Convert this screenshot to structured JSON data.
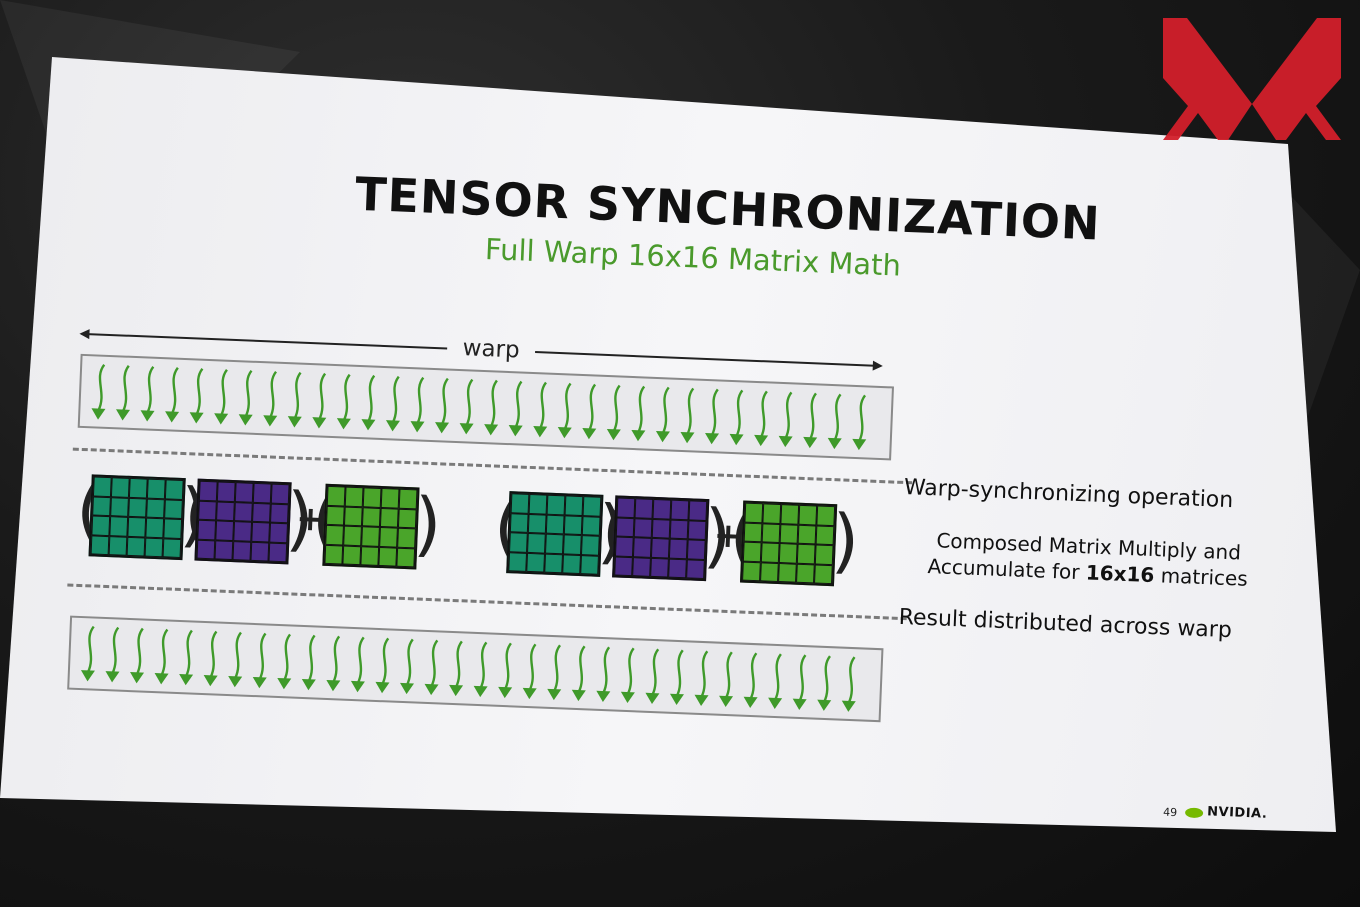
{
  "slide": {
    "title": "TENSOR SYNCHRONIZATION",
    "subtitle": "Full Warp 16x16 Matrix Math",
    "warp_label": "warp",
    "labels": {
      "sync_op": "Warp-synchronizing operation",
      "composed_line1": "Composed Matrix Multiply and",
      "composed_line2_prefix": "Accumulate for ",
      "composed_line2_bold": "16x16",
      "composed_line2_suffix": " matrices",
      "result": "Result distributed across warp"
    },
    "page_number": "49",
    "brand": "NVIDIA."
  },
  "colors": {
    "arrow_green": "#3f9a2a",
    "matrix_a": "#178f6a",
    "matrix_b": "#4a2a86",
    "matrix_c": "#4aa52a",
    "subtitle_green": "#4a9a2c",
    "logo_red": "#d21f2a"
  },
  "thread_count": 32,
  "matrix_groups": 2,
  "icons": [
    "thread-arrow-icon",
    "plus-icon",
    "nvidia-eye-icon",
    "xx-logo-icon"
  ]
}
